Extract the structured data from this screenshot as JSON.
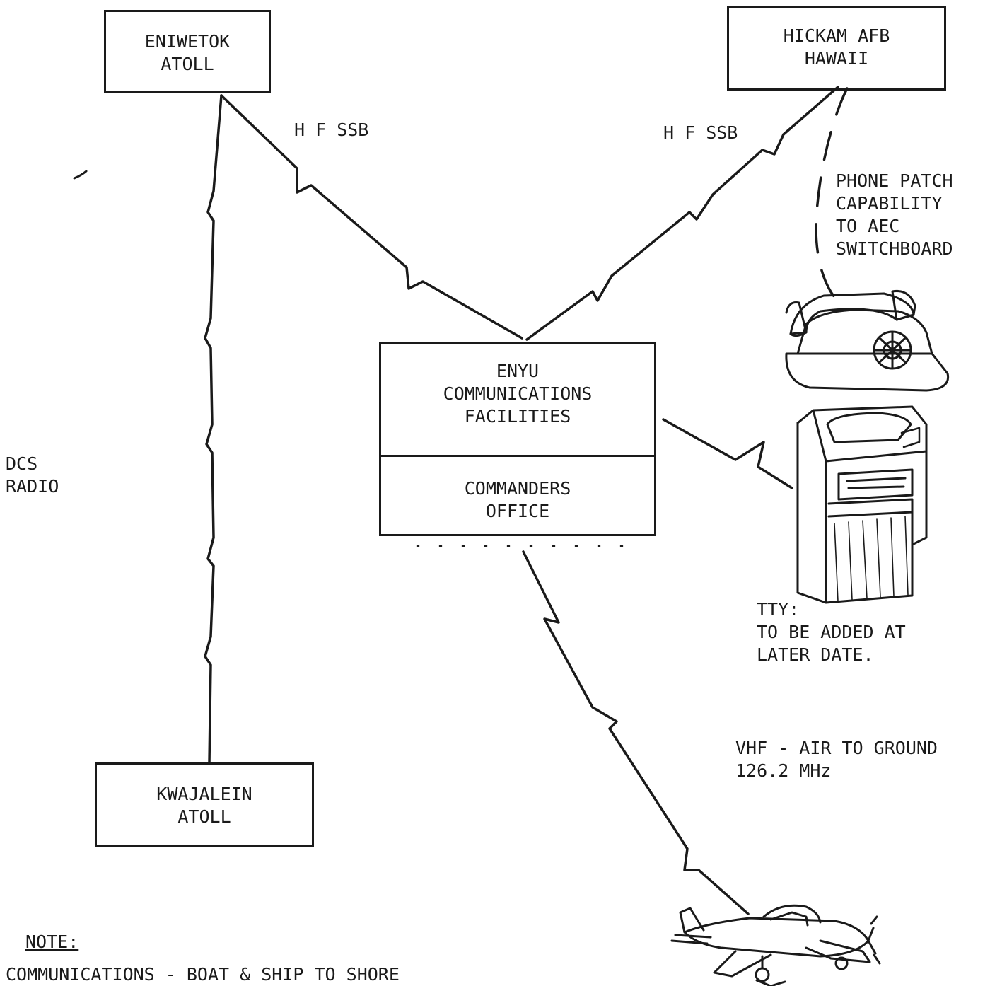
{
  "nodes": {
    "eniwetok": "ENIWETOK\nATOLL",
    "hickam": "HICKAM AFB\nHAWAII",
    "enyu_comm": "ENYU\nCOMMUNICATIONS\nFACILITIES",
    "commanders": "COMMANDERS\nOFFICE",
    "kwajalein": "KWAJALEIN\nATOLL"
  },
  "links": {
    "hf_ssb_left": "H F SSB",
    "hf_ssb_right": "H F SSB",
    "dcs_radio": "DCS\nRADIO",
    "phone_patch": "PHONE PATCH\nCAPABILITY\nTO AEC\nSWITCHBOARD",
    "tty": "TTY:\nTO BE ADDED AT\nLATER DATE.",
    "vhf": "VHF - AIR TO GROUND\n126.2 MHz"
  },
  "note": {
    "heading": "NOTE:",
    "text": "COMMUNICATIONS - BOAT & SHIP TO SHORE"
  },
  "icons": [
    "telephone-icon",
    "teletype-icon",
    "airplane-icon"
  ]
}
